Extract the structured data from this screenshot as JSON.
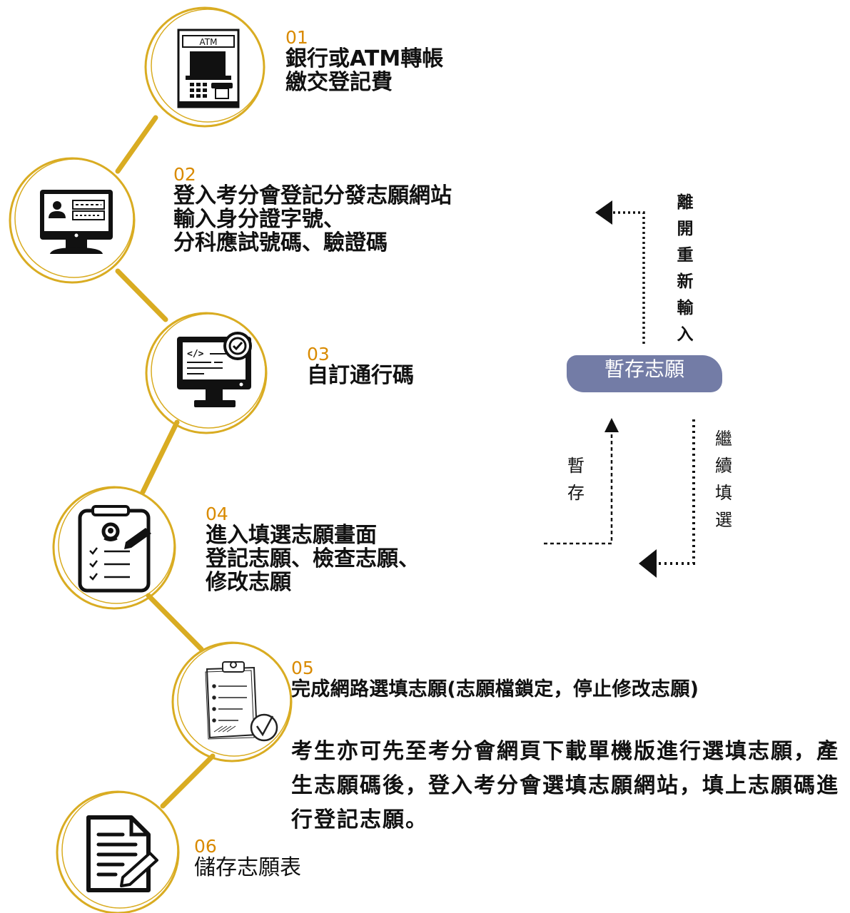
{
  "steps": [
    {
      "num": "01",
      "text": "銀行或ATM轉帳\n繳交登記費",
      "icon": "atm-icon"
    },
    {
      "num": "02",
      "text": "登入考分會登記分發志願網站\n輸入身分證字號、\n分科應試號碼、驗證碼",
      "icon": "monitor-id-icon"
    },
    {
      "num": "03",
      "text": "自訂通行碼",
      "icon": "monitor-code-check-icon"
    },
    {
      "num": "04",
      "text": "進入填選志願畫面\n登記志願、檢查志願、\n修改志願",
      "icon": "clipboard-user-icon"
    },
    {
      "num": "05",
      "text": "完成網路選填志願(志願檔鎖定，停止修改志願)",
      "icon": "clipboard-check-icon"
    },
    {
      "num": "06",
      "text": "儲存志願表",
      "icon": "document-pen-icon"
    }
  ],
  "note": "考生亦可先至考分會網頁下載單機版進行選填志願，產生志願碼後，登入考分會選填志願網站，填上志願碼進行登記志願。",
  "save_box": "暫存志願",
  "labels": {
    "leave": "離\n開\n重\n新\n輸\n入",
    "save": "暫\n存",
    "continue": "繼\n續\n填\n選"
  },
  "atm_label": "ATM",
  "colors": {
    "gold": "#d9ac22",
    "number": "#d98a00",
    "box": "#737ca6"
  }
}
